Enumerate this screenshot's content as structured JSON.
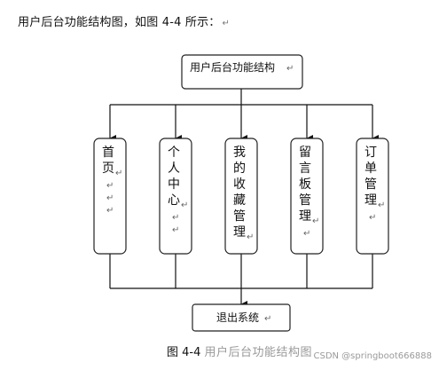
{
  "intro": {
    "text": "用户后台功能结构图，如图 4-4 所示：",
    "return_mark": "↵"
  },
  "diagram": {
    "root": "用户后台功能结构",
    "root_return_mark": "↵",
    "modules": [
      {
        "chars": [
          "首",
          "页"
        ],
        "return_marks": [
          "↵",
          "↵",
          "↵",
          "↵"
        ]
      },
      {
        "chars": [
          "个",
          "人",
          "中",
          "心"
        ],
        "return_marks": [
          "↵",
          "↵",
          "↵"
        ]
      },
      {
        "chars": [
          "我",
          "的",
          "收",
          "藏",
          "管",
          "理"
        ],
        "return_marks": [
          "↵"
        ]
      },
      {
        "chars": [
          "留",
          "言",
          "板",
          "管",
          "理"
        ],
        "return_marks": [
          "↵",
          "↵"
        ]
      },
      {
        "chars": [
          "订",
          "单",
          "管",
          "理"
        ],
        "return_marks": [
          "↵",
          "↵"
        ]
      }
    ],
    "exit": "退出系统",
    "exit_return_mark": "↵"
  },
  "caption": {
    "label": "图 4-4",
    "rest": "用户后台功能结构图"
  },
  "watermark": "CSDN @springboot666888"
}
